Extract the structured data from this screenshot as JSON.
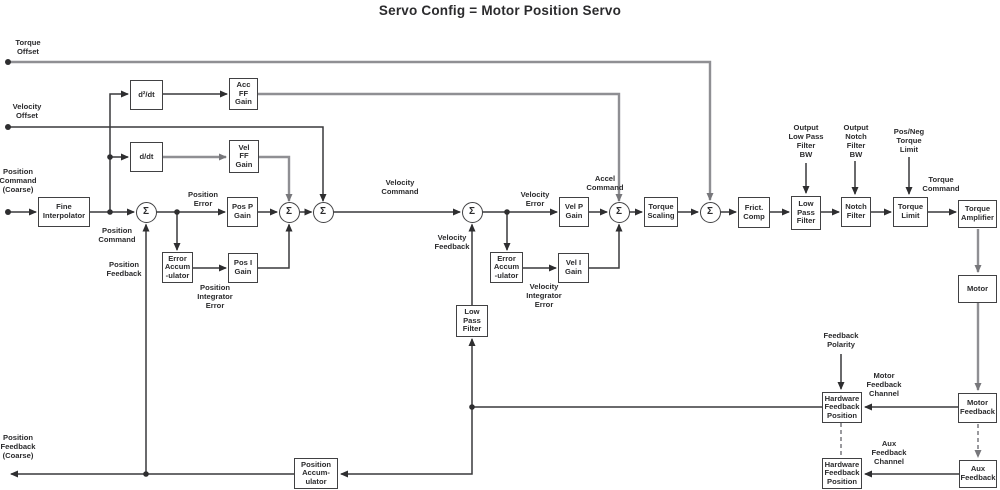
{
  "title": "Servo Config = Motor Position Servo",
  "colors": {
    "line": "#39393b",
    "line_gray": "#8f8f93",
    "background": "#ffffff",
    "text": "#2b2b2d"
  },
  "diagram": {
    "sum_symbol": "Σ",
    "blocks": [
      {
        "id": "fine-interpolator",
        "label": "Fine\nInterpolator"
      },
      {
        "id": "second-derivative",
        "label": "d²/dt"
      },
      {
        "id": "derivative",
        "label": "d/dt"
      },
      {
        "id": "acc-ff-gain",
        "label": "Acc\nFF\nGain"
      },
      {
        "id": "vel-ff-gain",
        "label": "Vel\nFF\nGain"
      },
      {
        "id": "pos-p-gain",
        "label": "Pos P\nGain"
      },
      {
        "id": "error-accumulator-position",
        "label": "Error\nAccum\n-ulator"
      },
      {
        "id": "pos-i-gain",
        "label": "Pos I\nGain"
      },
      {
        "id": "error-accumulator-velocity",
        "label": "Error\nAccum\n-ulator"
      },
      {
        "id": "vel-p-gain",
        "label": "Vel P\nGain"
      },
      {
        "id": "vel-i-gain",
        "label": "Vel I\nGain"
      },
      {
        "id": "low-pass-filter-feedback",
        "label": "Low\nPass\nFilter"
      },
      {
        "id": "torque-scaling",
        "label": "Torque\nScaling"
      },
      {
        "id": "frict-comp",
        "label": "Frict.\nComp"
      },
      {
        "id": "low-pass-filter-output",
        "label": "Low\nPass\nFilter"
      },
      {
        "id": "notch-filter",
        "label": "Notch\nFilter"
      },
      {
        "id": "torque-limit",
        "label": "Torque\nLimit"
      },
      {
        "id": "torque-amplifier",
        "label": "Torque\nAmplifier"
      },
      {
        "id": "motor",
        "label": "Motor"
      },
      {
        "id": "motor-feedback",
        "label": "Motor\nFeedback"
      },
      {
        "id": "aux-feedback",
        "label": "Aux\nFeedback"
      },
      {
        "id": "hardware-feedback-position-motor",
        "label": "Hardware\nFeedback\nPosition"
      },
      {
        "id": "hardware-feedback-position-aux",
        "label": "Hardware\nFeedback\nPosition"
      },
      {
        "id": "position-accumulator",
        "label": "Position\nAccum-\nulator"
      }
    ],
    "labels": [
      {
        "id": "torque-offset",
        "text": "Torque\nOffset"
      },
      {
        "id": "velocity-offset",
        "text": "Velocity\nOffset"
      },
      {
        "id": "position-command-coarse",
        "text": "Position\nCommand\n(Coarse)"
      },
      {
        "id": "position-command",
        "text": "Position\nCommand"
      },
      {
        "id": "position-feedback",
        "text": "Position\nFeedback"
      },
      {
        "id": "position-error",
        "text": "Position\nError"
      },
      {
        "id": "position-integrator-error",
        "text": "Position\nIntegrator\nError"
      },
      {
        "id": "velocity-command",
        "text": "Velocity\nCommand"
      },
      {
        "id": "velocity-feedback",
        "text": "Velocity\nFeedback"
      },
      {
        "id": "velocity-error",
        "text": "Velocity\nError"
      },
      {
        "id": "velocity-integrator-error",
        "text": "Velocity\nIntegrator\nError"
      },
      {
        "id": "accel-command",
        "text": "Accel\nCommand"
      },
      {
        "id": "output-low-pass-filter-bw",
        "text": "Output\nLow Pass\nFilter\nBW"
      },
      {
        "id": "output-notch-filter-bw",
        "text": "Output\nNotch\nFilter\nBW"
      },
      {
        "id": "pos-neg-torque-limit",
        "text": "Pos/Neg\nTorque\nLimit"
      },
      {
        "id": "torque-command",
        "text": "Torque\nCommand"
      },
      {
        "id": "feedback-polarity",
        "text": "Feedback\nPolarity"
      },
      {
        "id": "motor-feedback-channel",
        "text": "Motor\nFeedback\nChannel"
      },
      {
        "id": "aux-feedback-channel",
        "text": "Aux\nFeedback\nChannel"
      },
      {
        "id": "position-feedback-coarse",
        "text": "Position\nFeedback\n(Coarse)"
      }
    ]
  }
}
